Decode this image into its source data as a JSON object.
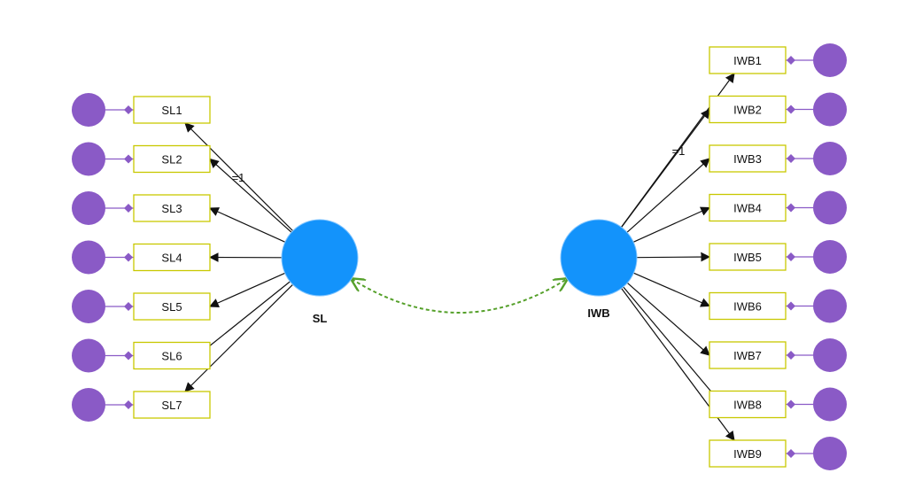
{
  "colors": {
    "latent_fill": "#1393fb",
    "indicator_border": "#c8c800",
    "error_fill": "#8a5ac6",
    "error_link": "#8a5ac6",
    "path": "#111111",
    "covariance": "#55a02a"
  },
  "latents": [
    {
      "id": "SL",
      "label": "SL"
    },
    {
      "id": "IWB",
      "label": "IWB"
    }
  ],
  "indicators": {
    "SL": [
      "SL1",
      "SL2",
      "SL3",
      "SL4",
      "SL5",
      "SL6",
      "SL7"
    ],
    "IWB": [
      "IWB1",
      "IWB2",
      "IWB3",
      "IWB4",
      "IWB5",
      "IWB6",
      "IWB7",
      "IWB8",
      "IWB9"
    ]
  },
  "fixed_loadings": [
    {
      "latent": "SL",
      "indicator": "SL2",
      "label": "=1"
    },
    {
      "latent": "IWB",
      "indicator": "IWB2",
      "label": "=1"
    }
  ],
  "covariances": [
    {
      "from": "SL",
      "to": "IWB",
      "style": "dotted-curved"
    }
  ]
}
